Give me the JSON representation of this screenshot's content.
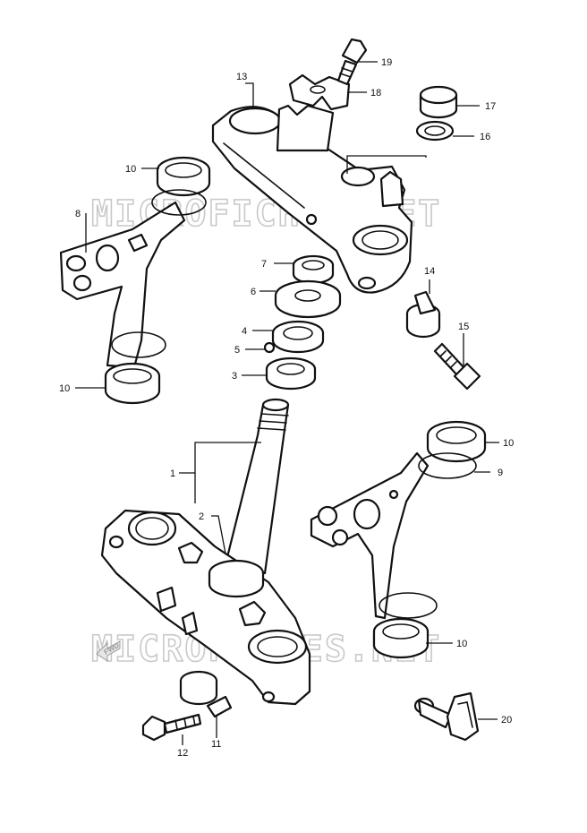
{
  "watermark": {
    "top_text": "MICROFICHES.NET",
    "bottom_text": "MICROFICHES.NET"
  },
  "direction_marker": {
    "label": "FWD"
  },
  "callouts": [
    {
      "id": "c1",
      "num": "1"
    },
    {
      "id": "c2",
      "num": "2"
    },
    {
      "id": "c3",
      "num": "3"
    },
    {
      "id": "c4",
      "num": "4"
    },
    {
      "id": "c5",
      "num": "5"
    },
    {
      "id": "c6",
      "num": "6"
    },
    {
      "id": "c7",
      "num": "7"
    },
    {
      "id": "c8",
      "num": "8"
    },
    {
      "id": "c9",
      "num": "9"
    },
    {
      "id": "c10a",
      "num": "10"
    },
    {
      "id": "c10b",
      "num": "10"
    },
    {
      "id": "c10c",
      "num": "10"
    },
    {
      "id": "c10d",
      "num": "10"
    },
    {
      "id": "c11",
      "num": "11"
    },
    {
      "id": "c12",
      "num": "12"
    },
    {
      "id": "c13",
      "num": "13"
    },
    {
      "id": "c14",
      "num": "14"
    },
    {
      "id": "c15",
      "num": "15"
    },
    {
      "id": "c16",
      "num": "16"
    },
    {
      "id": "c17",
      "num": "17"
    },
    {
      "id": "c18",
      "num": "18"
    },
    {
      "id": "c19",
      "num": "19"
    },
    {
      "id": "c20",
      "num": "20"
    }
  ]
}
